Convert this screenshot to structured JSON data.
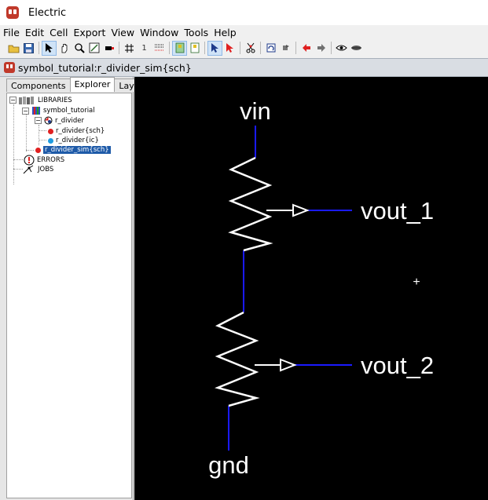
{
  "window": {
    "title": "Electric"
  },
  "menu": {
    "items": [
      "File",
      "Edit",
      "Cell",
      "Export",
      "View",
      "Window",
      "Tools",
      "Help"
    ]
  },
  "toolbar": {
    "grid_value": "1"
  },
  "editor": {
    "cell_title": "symbol_tutorial:r_divider_sim{sch}"
  },
  "side_panel": {
    "tabs": [
      "Components",
      "Explorer",
      "Layers"
    ],
    "selected_tab": "Explorer",
    "tree": {
      "libraries": "LIBRARIES",
      "library": "symbol_tutorial",
      "group": "r_divider",
      "cell_sch": "r_divider{sch}",
      "cell_ic": "r_divider{ic}",
      "cell_sim": "r_divider_sim{sch}",
      "errors": "ERRORS",
      "jobs": "JOBS"
    }
  },
  "schematic": {
    "labels": {
      "vin": "vin",
      "vout1": "vout_1",
      "vout2": "vout_2",
      "gnd": "gnd"
    },
    "cursor": "+",
    "colors": {
      "background": "#000000",
      "wire": "#1a1aff",
      "component": "#ffffff"
    }
  }
}
